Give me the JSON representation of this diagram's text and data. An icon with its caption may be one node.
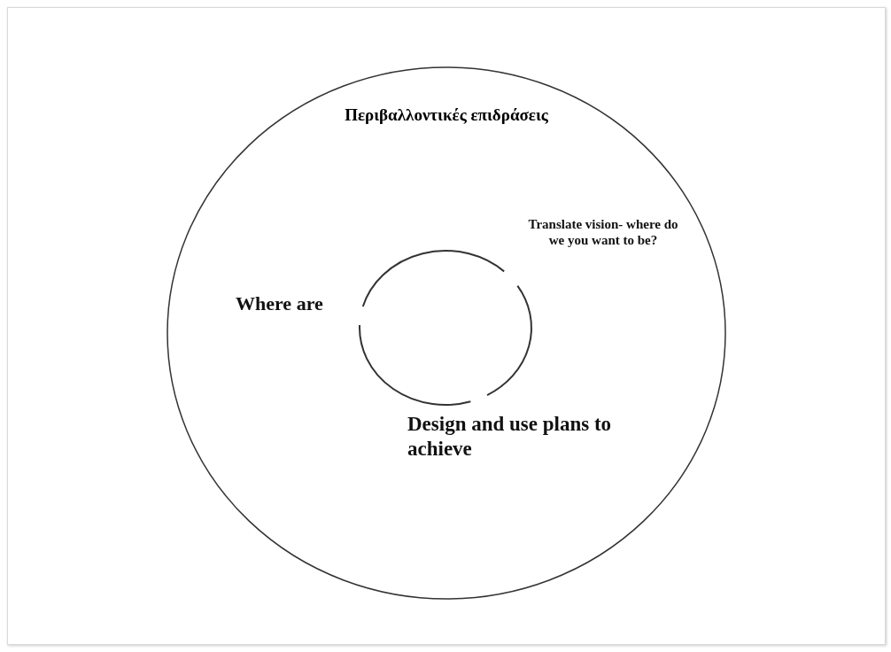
{
  "diagram": {
    "nodes": [
      {
        "text": [
          "Περιβαλλοντικές επιδράσεις"
        ]
      },
      {
        "text": [],
        "shape": "circle",
        "in": 0
      }
    ],
    "labels": [
      "Translate vision- where do we you want to be?",
      "Where are",
      "Design and use plans to achieve"
    ]
  }
}
